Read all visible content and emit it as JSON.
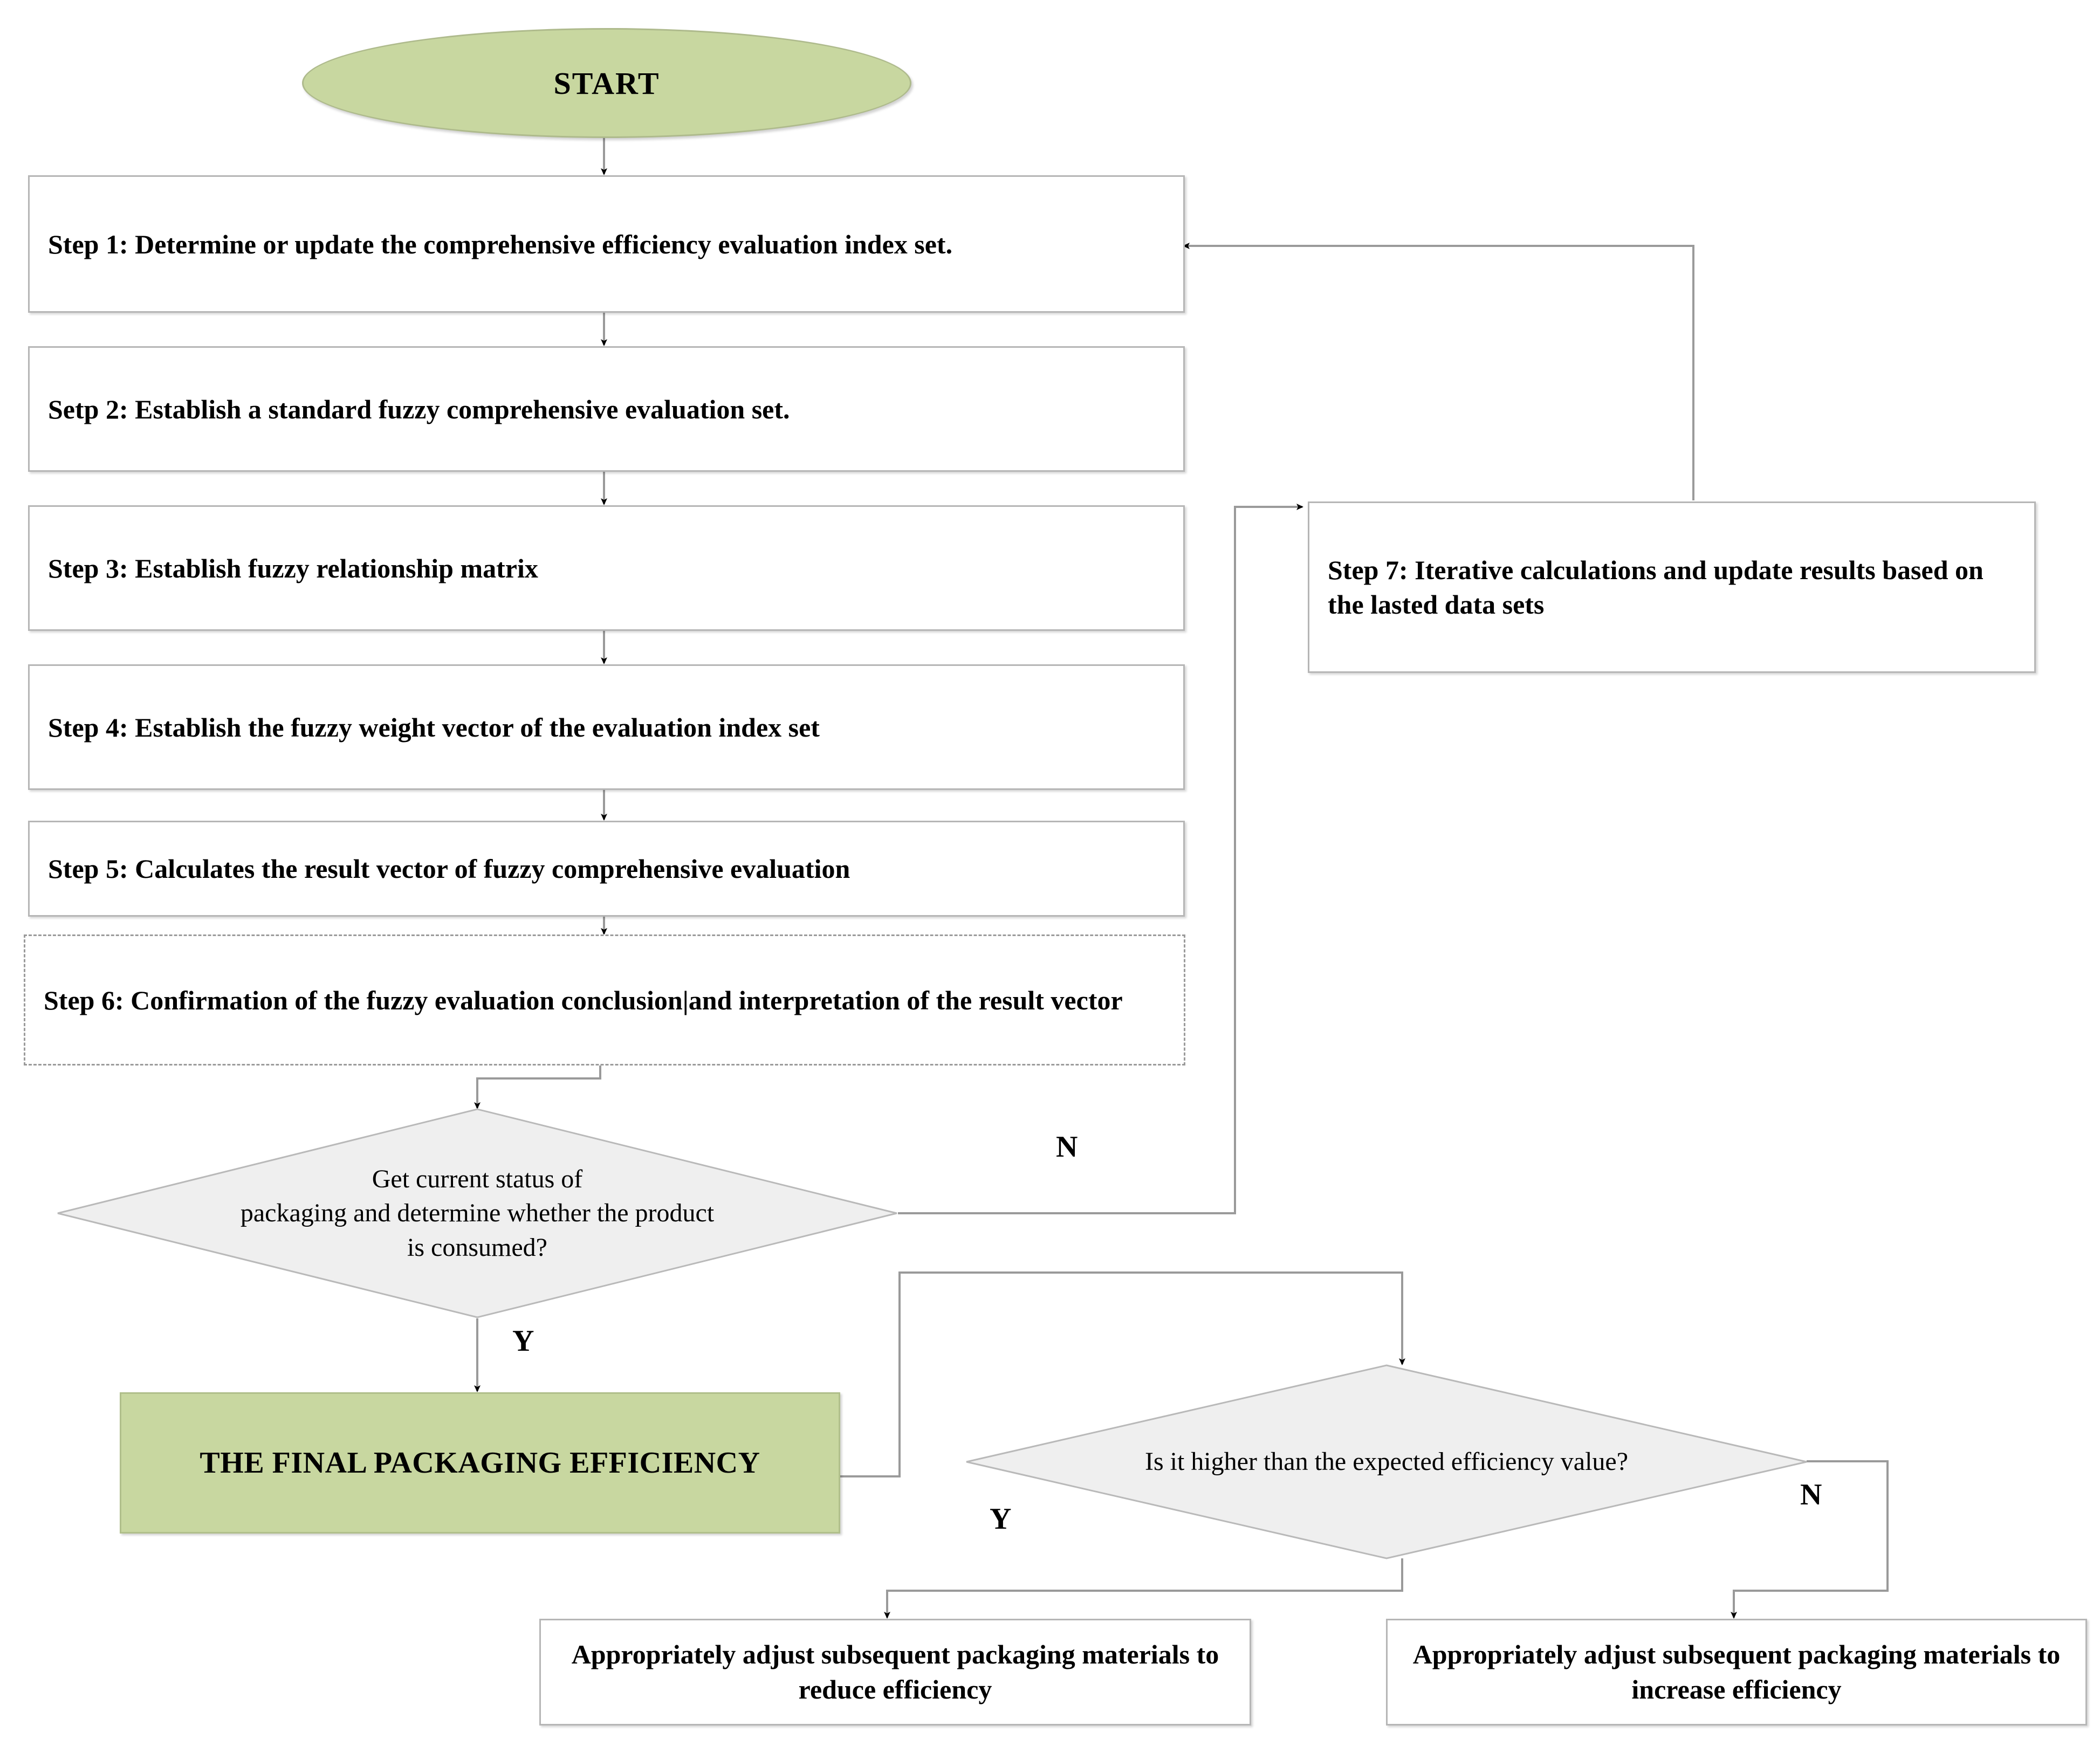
{
  "diagram": {
    "title": "Packaging efficiency fuzzy comprehensive evaluation flowchart",
    "colors": {
      "accent_green": "#c8d7a0",
      "decision_fill": "#efefef",
      "box_border": "#b6b6b6",
      "line": "#9a9a9a"
    }
  },
  "nodes": {
    "start": "START",
    "step1": "Step 1: Determine or update the comprehensive efficiency evaluation index set.",
    "step2": "Setp 2: Establish a standard fuzzy comprehensive evaluation set.",
    "step3": "Step 3: Establish fuzzy relationship matrix",
    "step4": "Step 4: Establish the fuzzy weight vector of the evaluation index set",
    "step5": "Step 5: Calculates the result vector of fuzzy comprehensive evaluation",
    "step6": "Step 6: Confirmation of the fuzzy evaluation conclusion|and interpretation of the result vector",
    "step7": "Step 7: Iterative calculations and update results based on the lasted data sets",
    "decision1_line1": "Get current status of",
    "decision1_line2": "packaging and determine whether the product",
    "decision1_line3": "is consumed?",
    "final_result": "THE FINAL PACKAGING EFFICIENCY",
    "decision2": "Is it higher than the expected efficiency value?",
    "action_reduce": "Appropriately adjust subsequent packaging materials to reduce efficiency",
    "action_increase": "Appropriately adjust subsequent packaging materials to increase efficiency"
  },
  "edge_labels": {
    "decision1_no": "N",
    "decision1_yes": "Y",
    "decision2_yes": "Y",
    "decision2_no": "N"
  },
  "chart_data": {
    "type": "diagram",
    "flow": [
      {
        "from": "start",
        "to": "step1",
        "label": ""
      },
      {
        "from": "step1",
        "to": "step2",
        "label": ""
      },
      {
        "from": "step2",
        "to": "step3",
        "label": ""
      },
      {
        "from": "step3",
        "to": "step4",
        "label": ""
      },
      {
        "from": "step4",
        "to": "step5",
        "label": ""
      },
      {
        "from": "step5",
        "to": "step6",
        "label": ""
      },
      {
        "from": "step6",
        "to": "decision1",
        "label": ""
      },
      {
        "from": "decision1",
        "to": "step7",
        "label": "N"
      },
      {
        "from": "step7",
        "to": "step1",
        "label": ""
      },
      {
        "from": "decision1",
        "to": "final_result",
        "label": "Y"
      },
      {
        "from": "final_result",
        "to": "decision2",
        "label": ""
      },
      {
        "from": "decision2",
        "to": "action_reduce",
        "label": "Y"
      },
      {
        "from": "decision2",
        "to": "action_increase",
        "label": "N"
      }
    ]
  }
}
